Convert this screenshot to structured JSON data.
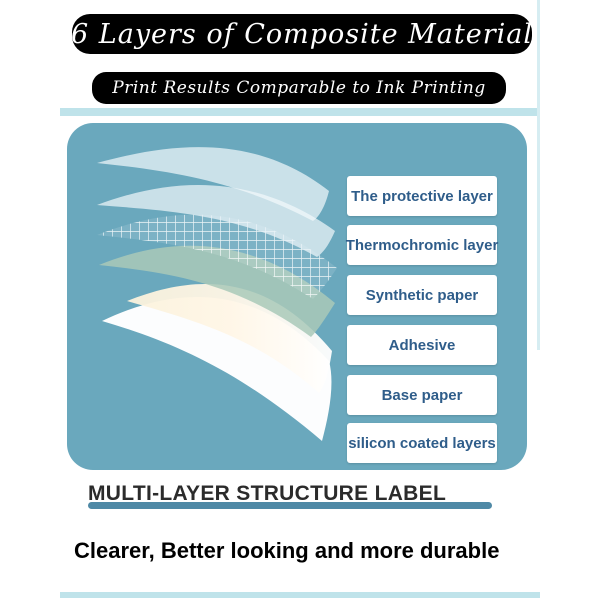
{
  "header": {
    "title": "6 Layers of Composite Material",
    "subtitle": "Print Results Comparable to Ink Printing"
  },
  "diagram": {
    "layers": [
      {
        "label": "The protective layer"
      },
      {
        "label": "Thermochromic layer"
      },
      {
        "label": "Synthetic paper"
      },
      {
        "label": "Adhesive"
      },
      {
        "label": "Base paper"
      },
      {
        "label": "silicon coated layers"
      }
    ]
  },
  "footer": {
    "structure_title": "MULTI-LAYER STRUCTURE LABEL",
    "tagline": "Clearer, Better looking and more durable"
  },
  "colors": {
    "panel": "#6aa8bd",
    "label_text": "#2f5d8a",
    "accent_line": "#4f89a6",
    "frame": "#bfe3ea"
  }
}
